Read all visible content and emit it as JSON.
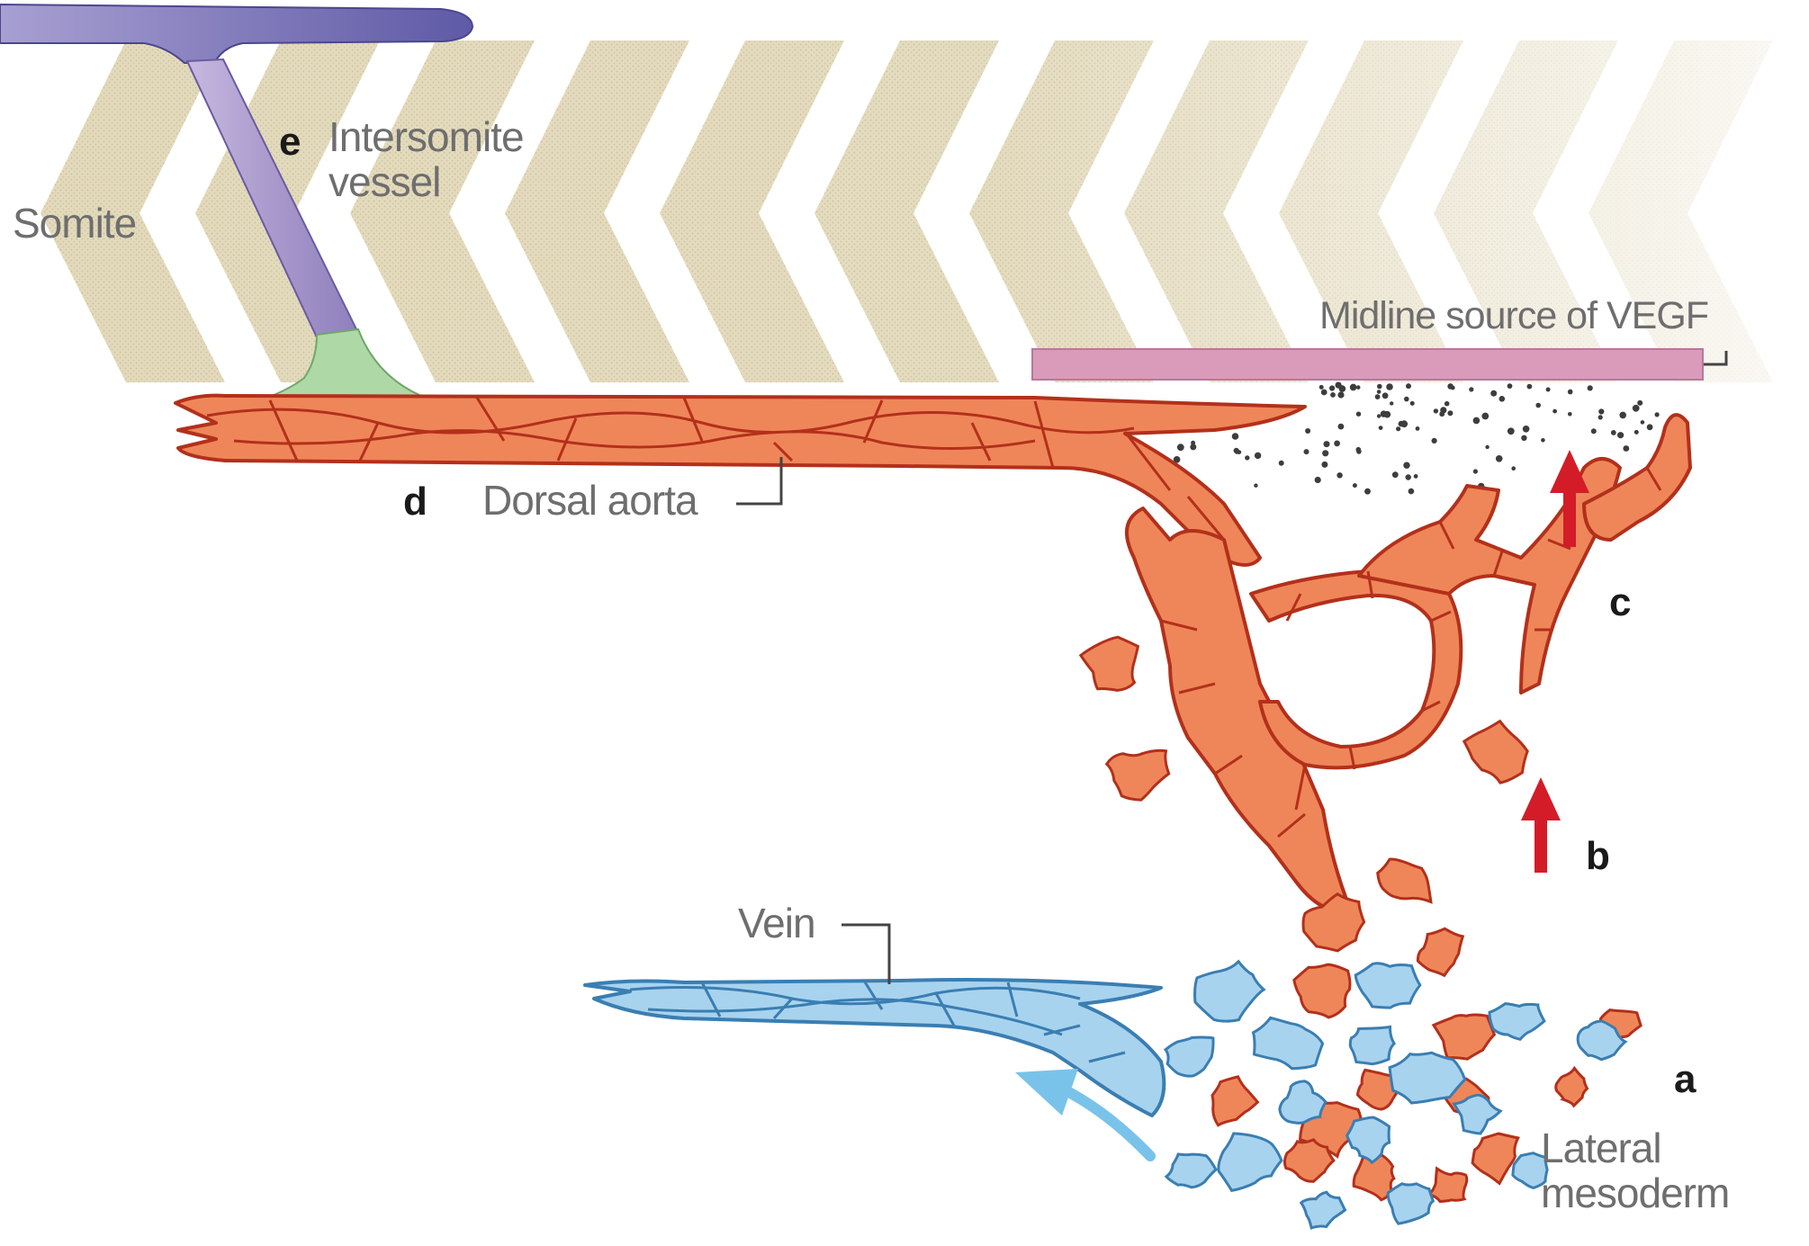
{
  "labels": {
    "somite": "Somite",
    "intersomite_line1": "Intersomite",
    "intersomite_line2": "vessel",
    "midline": "Midline source of VEGF",
    "dorsal_aorta": "Dorsal aorta",
    "vein": "Vein",
    "lateral_line1": "Lateral",
    "lateral_line2": "mesoderm"
  },
  "step_keys": {
    "a": "a",
    "b": "b",
    "c": "c",
    "d": "d",
    "e": "e"
  },
  "colors": {
    "somite_chevron": "#ddd3b0",
    "intersomite_vessel": "#b4a4d0",
    "vessel_root": "#a9d6a4",
    "vegf_bar": "#d896b6",
    "artery_cells": "#ee8258",
    "artery_outline": "#b82e1a",
    "vein_cells": "#a7d2ec",
    "vein_outline": "#3a7eb2",
    "migration_arrow": "#d41c28",
    "vein_arrow": "#79c3ea"
  }
}
